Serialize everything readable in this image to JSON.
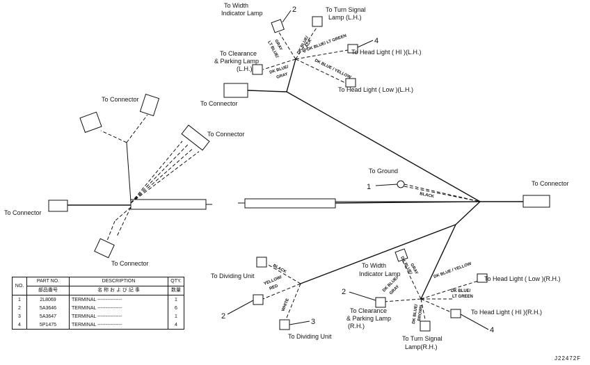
{
  "labels": {
    "to_width_indicator_lamp_lh": "To Width",
    "to_width_indicator_lamp_lh_2": "Indicator Lamp",
    "to_turn_signal_lamp_lh": "To Turn Signal",
    "to_turn_signal_lamp_lh_2": "Lamp (L.H.)",
    "to_head_light_hi_lh": "To Head Light ( HI )(L.H.)",
    "to_clearance_lh": "To Clearance",
    "to_clearance_lh_2": "& Parking Lamp",
    "to_clearance_lh_3": "(L.H.)",
    "to_head_light_low_lh": "To Head Light ( Low )(L.H.)",
    "to_connector_top": "To Connector",
    "to_connector_left_top": "To Connector",
    "to_connector_plug": "To Connector",
    "to_connector_left": "To Connector",
    "to_connector_bottom_left": "To Connector",
    "to_ground": "To Ground",
    "to_connector_right": "To Connector",
    "to_width_indicator_lamp_rh": "To Width",
    "to_width_indicator_lamp_rh_2": "Indicator Lamp",
    "to_dividing_unit_top": "To Dividing Unit",
    "to_dividing_unit_bottom": "To Dividing Unit",
    "to_head_light_low_rh": "To Head Light ( Low )(R.H.)",
    "to_clearance_rh": "To Clearance",
    "to_clearance_rh_2": "& Parking Lamp",
    "to_clearance_rh_3": "(R.H.)",
    "to_head_light_hi_rh": "To Head Light ( HI )(R.H.)",
    "to_turn_signal_rh": "To Turn Signal",
    "to_turn_signal_rh_2": "Lamp(R.H.)"
  },
  "wires": {
    "lt_blue_gray": "LT BLUE/",
    "lt_blue_gray_2": "GRAY",
    "dk_blue_black": "DK BLUE/",
    "dk_blue_black_2": "BLACK",
    "dk_blue_lt_green": "DK BLUE/ LT GREEN",
    "dk_blue_gray_lh": "DK BLUE/",
    "dk_blue_gray_lh_2": "GRAY",
    "dk_blue_yellow_lh": "DK BLUE / YELLOW",
    "black_ground": "BLACK",
    "dk_blue_gray_rh": "DK BLUE/",
    "dk_blue_gray_rh_2": "GRAY",
    "dk_blue_yellow_rh": "DK BLUE / YELLOW",
    "dk_blue_lt_green_rh": "DK BLUE/",
    "dk_blue_lt_green_rh_2": "LT GREEN",
    "dk_blue_gray_rh_b": "DK BLUE/",
    "dk_blue_gray_rh_b_2": "GRAY",
    "dk_blue_brown": "DK BLUE/",
    "dk_blue_brown_2": "BROWN",
    "black_div": "BLACK",
    "yellow_red": "YELLOW/",
    "yellow_red_2": "RED",
    "white": "WHITE"
  },
  "callouts": {
    "n2_top": "2",
    "n4_top": "4",
    "n1_ground": "1",
    "n2_bottom_left": "2",
    "n3_bottom": "3",
    "n2_rh": "2",
    "n4_rh": "4"
  },
  "ref_number": "J22472F",
  "parts_table": {
    "headers": {
      "no": "NO.",
      "part_no": "PART NO.",
      "part_no_jp": "部品番号",
      "description": "DESCRIPTION",
      "description_jp": "名 称 お よ び 記 事",
      "qty": "QTY.",
      "qty_jp": "数量"
    },
    "rows": [
      {
        "no": "1",
        "part_no": "2L8069",
        "description": "TERMINAL ---------------",
        "qty": "1"
      },
      {
        "no": "2",
        "part_no": "5A3646",
        "description": "TERMINAL ---------------",
        "qty": "6"
      },
      {
        "no": "3",
        "part_no": "5A3647",
        "description": "TERMINAL ---------------",
        "qty": "1"
      },
      {
        "no": "4",
        "part_no": "5P1475",
        "description": "TERMINAL ---------------",
        "qty": "4"
      }
    ]
  }
}
